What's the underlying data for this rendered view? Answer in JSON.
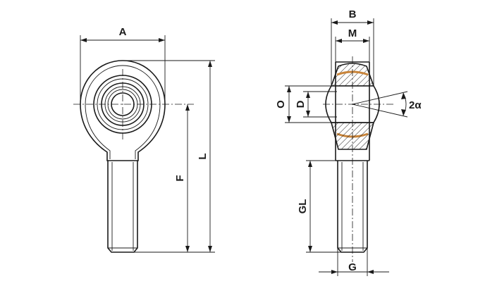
{
  "dimensions": {
    "A": "A",
    "L": "L",
    "F": "F",
    "B": "B",
    "M": "M",
    "O": "O",
    "D": "D",
    "two_alpha": "2α",
    "GL": "GL",
    "G": "G"
  },
  "colors": {
    "line": "#1a1a1a",
    "liner": "#c8843a",
    "background": "#ffffff"
  }
}
